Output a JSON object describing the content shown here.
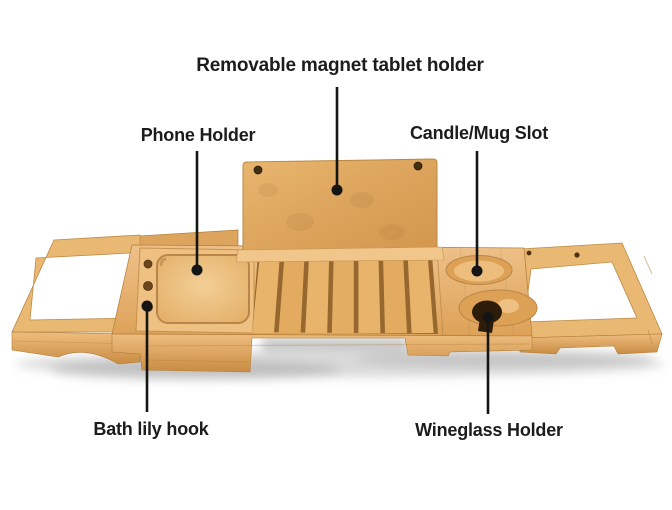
{
  "page": {
    "background": "#ffffff",
    "kind": "annotated product diagram"
  },
  "annotations": {
    "tablet_holder_label": "Removable magnet tablet holder",
    "phone_holder_label": "Phone Holder",
    "candle_mug_label": "Candle/Mug Slot",
    "bath_lily_label": "Bath lily hook",
    "wineglass_label": "Wineglass Holder"
  },
  "colors": {
    "label_text": "#1c1c1c",
    "pointer_line": "#151515",
    "bamboo_light": "#f0c68b",
    "bamboo_mid": "#e5b068",
    "bamboo_dark": "#c08647",
    "slat_gap": "#96682f",
    "hole_dark": "#2e1c0a",
    "background": "#ffffff"
  }
}
